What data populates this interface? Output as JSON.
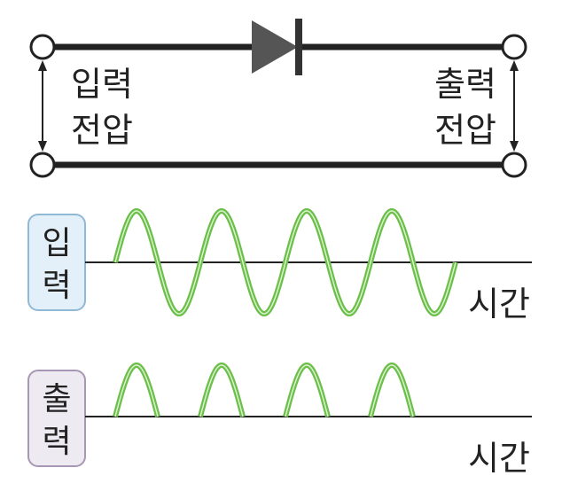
{
  "circuit": {
    "input_label_line1": "입력",
    "input_label_line2": "전압",
    "output_label_line1": "출력",
    "output_label_line2": "전압"
  },
  "input_plot": {
    "badge_char1": "입",
    "badge_char2": "력",
    "axis_label": "시간",
    "badge_color": "#e3f0fa",
    "badge_border": "#8fb9d6"
  },
  "output_plot": {
    "badge_char1": "출",
    "badge_char2": "력",
    "axis_label": "시간",
    "badge_color": "#eeeaf1",
    "badge_border": "#a796b5"
  },
  "colors": {
    "wave": "#6cbf4a",
    "wave_inner": "#ffffff",
    "wire": "#222222",
    "diode": "#555555"
  }
}
